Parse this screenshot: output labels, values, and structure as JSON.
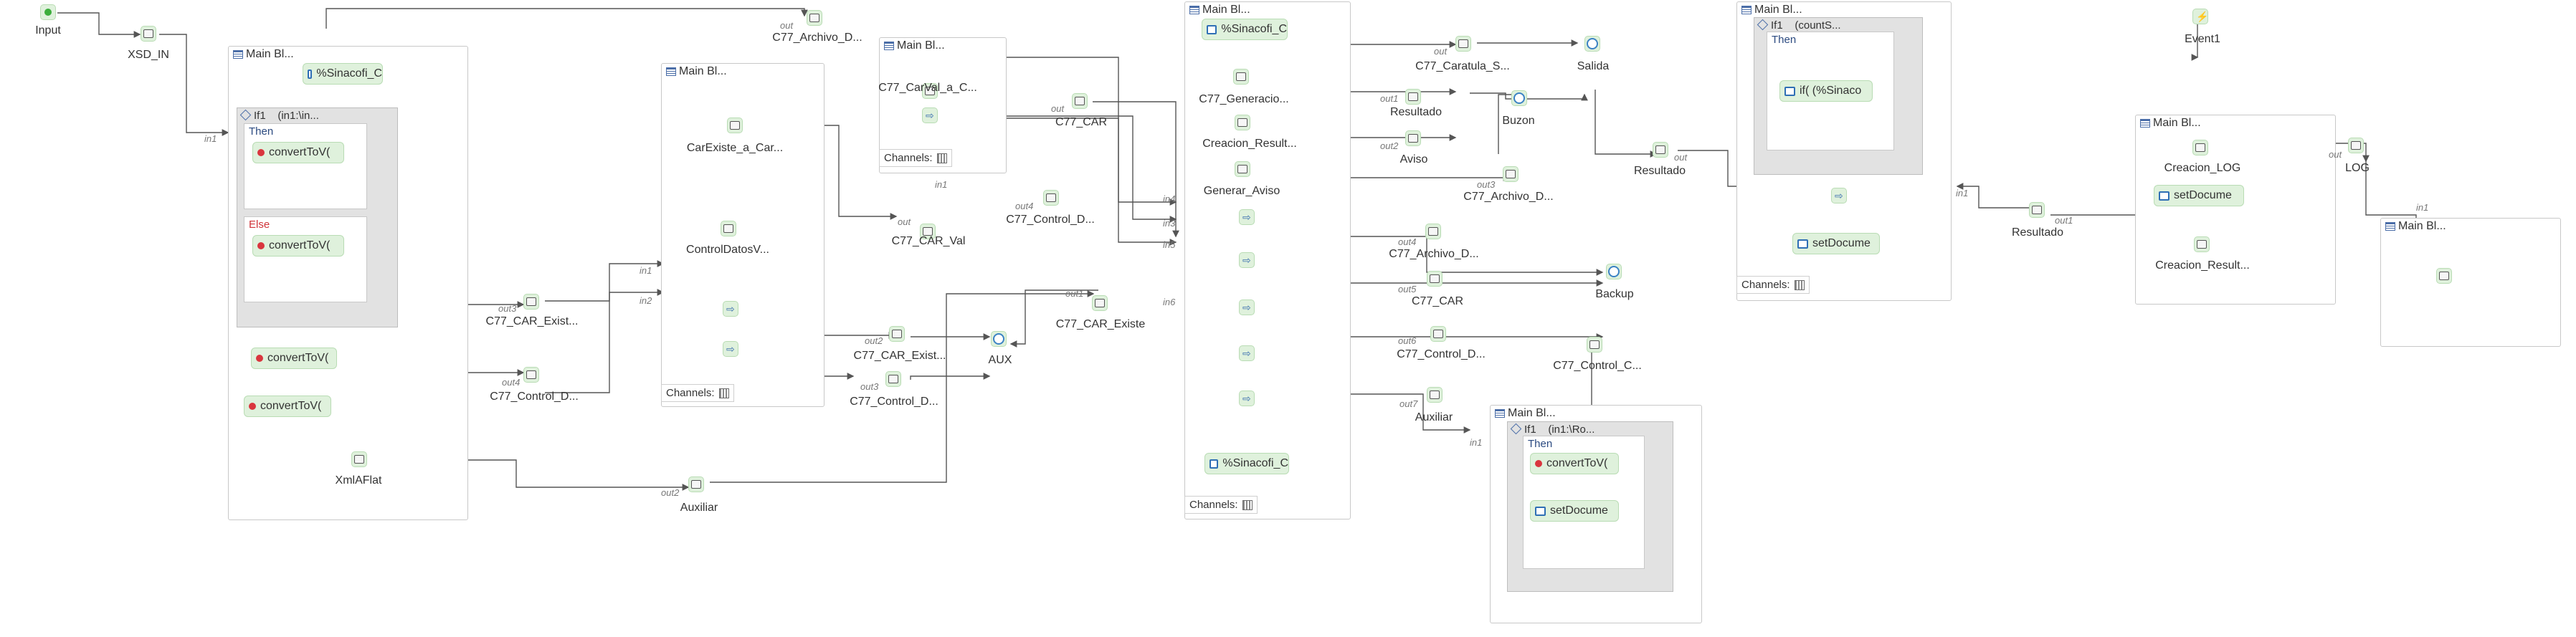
{
  "labels": {
    "input": "Input",
    "xsd_in": "XSD_IN",
    "main": "Main Bl...",
    "sinacofi_c": "%Sinacofi_C",
    "if1_a": "If1",
    "if1_a_cond": "(in1:\\in...",
    "then": "Then",
    "else": "Else",
    "convert": "convertToV(",
    "xmlaflat": "XmlAFlat",
    "auxiliar": "Auxiliar",
    "c77_car_exist": "C77_CAR_Exist...",
    "c77_control_d": "C77_Control_D...",
    "careexiste": "CarExiste_a_Car...",
    "controldatos": "ControlDatosV...",
    "c77_car_exist2": "C77_CAR_Exist...",
    "c77_control_d2": "C77_Control_D...",
    "aux": "AUX",
    "channels": "Channels:",
    "c77_archivo_d": "C77_Archivo_D...",
    "c77_carval_a_c": "C77_CarVal_a_C...",
    "c77_car": "C77_CAR",
    "c77_car_val": "C77_CAR_Val",
    "c77_control_d3": "C77_Control_D...",
    "c77_car_existe": "C77_CAR_Existe",
    "c77_generacion": "C77_Generacio...",
    "creacion_result": "Creacion_Result...",
    "generar_aviso": "Generar_Aviso",
    "sinacofi_c2": "%Sinacofi_C",
    "c77_caratula_s": "C77_Caratula_S...",
    "resultado": "Resultado",
    "aviso": "Aviso",
    "c77_archivo_d2": "C77_Archivo_D...",
    "c77_archivo_d3": "C77_Archivo_D...",
    "c77_car2": "C77_CAR",
    "c77_control_d4": "C77_Control_D...",
    "auxiliar2": "Auxiliar",
    "salida": "Salida",
    "buzon": "Buzon",
    "backup": "Backup",
    "c77_control_c": "C77_Control_C...",
    "if1_b_cond": "(in1:\\Ro...",
    "setdocume": "setDocume",
    "resultado2": "Resultado",
    "if1_c_cond": "(countS...",
    "if_sinaco": "if( (%Sinaco",
    "resultado3": "Resultado",
    "event1": "Event1",
    "creacion_log": "Creacion_LOG",
    "creacion_result2": "Creacion_Result...",
    "log": "LOG"
  },
  "ports": {
    "in1": "in1",
    "in2": "in2",
    "in3": "in3",
    "in4": "in4",
    "in5": "in5",
    "in6": "in6",
    "out": "out",
    "out1": "out1",
    "out2": "out2",
    "out3": "out3",
    "out4": "out4",
    "out5": "out5",
    "out6": "out6",
    "out7": "out7"
  },
  "colors": {
    "node_fill": "#dff1dc",
    "wire": "#555555",
    "if_region": "#e2e2e2",
    "else_label": "#d0343a",
    "then_label": "#2b4a80"
  }
}
